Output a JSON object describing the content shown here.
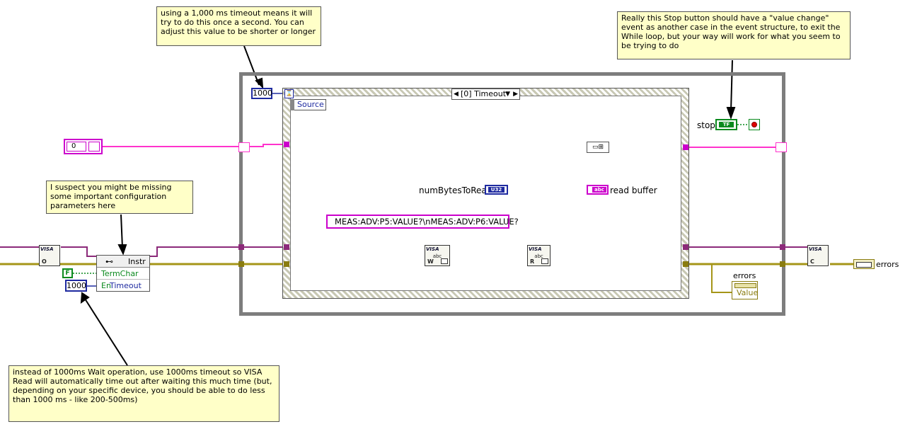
{
  "notes": {
    "timeout_note": "using a 1,000 ms timeout means it will try to do this once a second. You can adjust this value to be shorter or longer",
    "stop_note": "Really this Stop button should have a \"value change\" event as another case in the event structure, to exit the While loop, but your way will work for what you seem to be trying to do",
    "config_note": "I suspect you might be missing some important configuration parameters here",
    "visa_note": "instead of 1000ms Wait operation, use 1000ms timeout so VISA Read will automatically time out after waiting this much time (but, depending on your specific device, you should be able to do less than 1000 ms - like 200-500ms)"
  },
  "event_structure": {
    "timeout_value": "1000",
    "case_label": "[0] Timeout",
    "source_label": "Source"
  },
  "stop": {
    "label": "stop",
    "tf": "TF"
  },
  "array_const": {
    "index": "0"
  },
  "num_bytes": {
    "label": "numBytesToRead",
    "type": "U32"
  },
  "read_buffer": {
    "label": "read buffer",
    "type": "abc"
  },
  "command_string": "MEAS:ADV:P5:VALUE?\\nMEAS:ADV:P6:VALUE?",
  "property_node": {
    "header": "Instr",
    "rows": [
      "TermChar En",
      "Timeout"
    ],
    "bool_const": "F",
    "timeout_const": "1000"
  },
  "errors_cluster": {
    "label": "errors",
    "value_label": "Value"
  },
  "errors_out": "errors",
  "visa_blocks": {
    "visa_label": "VISA",
    "open_letter": "O",
    "write_letter": "W",
    "read_letter": "R",
    "close_letter": "C",
    "abc": "abc"
  },
  "colors": {
    "visa_wire": "#8c2a7a",
    "error_wire": "#b5a51e",
    "string_wire": "#ff00ff",
    "int_wire": "#1e2aa0",
    "loop": "#7d7d7d",
    "bool_wire": "#0b8a1e"
  }
}
